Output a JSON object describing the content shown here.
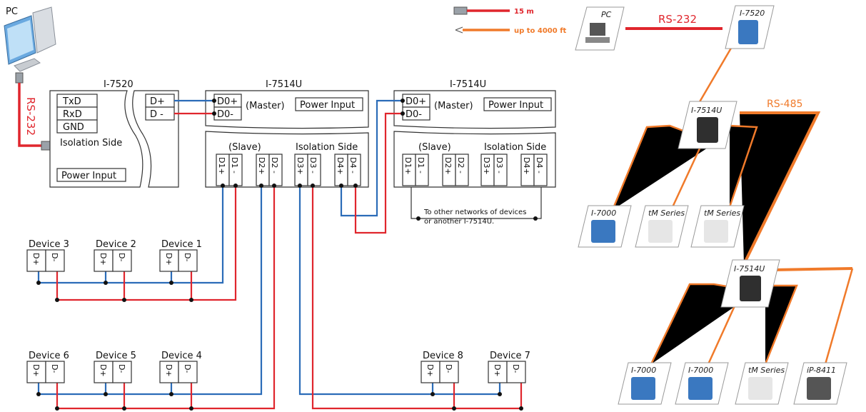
{
  "pc": {
    "label": "PC"
  },
  "rs232": {
    "label": "RS-232"
  },
  "i7520": {
    "title": "I-7520",
    "txd": "TxD",
    "rxd": "RxD",
    "gnd": "GND",
    "iso": "Isolation Side",
    "power": "Power Input",
    "dplus": "D+",
    "dminus": "D -"
  },
  "conv1": {
    "title": "I-7514U",
    "d0p": "D0+",
    "d0m": "D0-",
    "master": "(Master)",
    "power": "Power Input",
    "slave": "(Slave)",
    "iso": "Isolation Side",
    "ports": [
      "D1+",
      "D1 -",
      "D2+",
      "D2 -",
      "D3+",
      "D3 -",
      "D4+",
      "D4 -"
    ]
  },
  "conv2": {
    "title": "I-7514U",
    "d0p": "D0+",
    "d0m": "D0-",
    "master": "(Master)",
    "power": "Power Input",
    "slave": "(Slave)",
    "iso": "Isolation Side",
    "ports": [
      "D1+",
      "D1 -",
      "D2+",
      "D2 -",
      "D3+",
      "D3 -",
      "D4+",
      "D4 -"
    ],
    "note1": "To other networks of devices",
    "note2": "or another I-7514U."
  },
  "devices": [
    {
      "name": "Device 3",
      "plus": "D+",
      "minus": "D-"
    },
    {
      "name": "Device 2",
      "plus": "D+",
      "minus": "D-"
    },
    {
      "name": "Device 1",
      "plus": "D+",
      "minus": "D-"
    },
    {
      "name": "Device 6",
      "plus": "D+",
      "minus": "D-"
    },
    {
      "name": "Device 5",
      "plus": "D+",
      "minus": "D-"
    },
    {
      "name": "Device 4",
      "plus": "D+",
      "minus": "D-"
    },
    {
      "name": "Device 8",
      "plus": "D+",
      "minus": "D-"
    },
    {
      "name": "Device 7",
      "plus": "D+",
      "minus": "D-"
    }
  ],
  "legend": {
    "red": "15 m",
    "orange": "up to 4000 ft"
  },
  "right": {
    "pc": "PC",
    "rs232": "RS-232",
    "i7520": "I-7520",
    "rs485": "RS-485",
    "hub1": "I-7514U",
    "hub2": "I-7514U",
    "row1": [
      "I-7000",
      "tM Series",
      "tM Series"
    ],
    "row2": [
      "I-7000",
      "I-7000",
      "tM Series",
      "iP-8411"
    ]
  },
  "colors": {
    "blue": "#2b6cb8",
    "red": "#e0262d",
    "orange": "#f07a2a",
    "module": "#3a78c0"
  }
}
